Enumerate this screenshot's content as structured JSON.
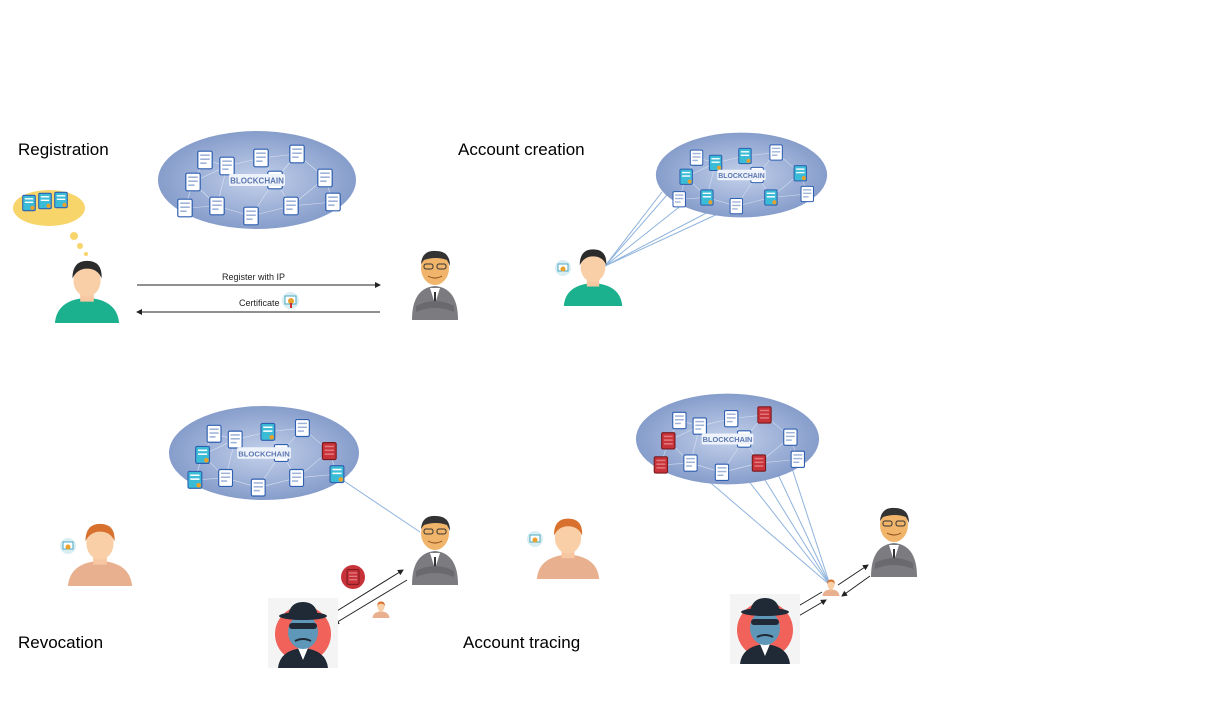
{
  "sections": {
    "registration": "Registration",
    "account_creation": "Account creation",
    "revocation": "Revocation",
    "account_tracing": "Account tracing"
  },
  "arrows": {
    "register": "Register with IP",
    "certificate": "Certificate"
  },
  "blockchain_label": "BLOCKCHAIN",
  "colors": {
    "user_green": "#1bb08e",
    "user_peach": "#e8b08e",
    "blockchain": "#8da4d1",
    "revoked": "#c8333a"
  }
}
